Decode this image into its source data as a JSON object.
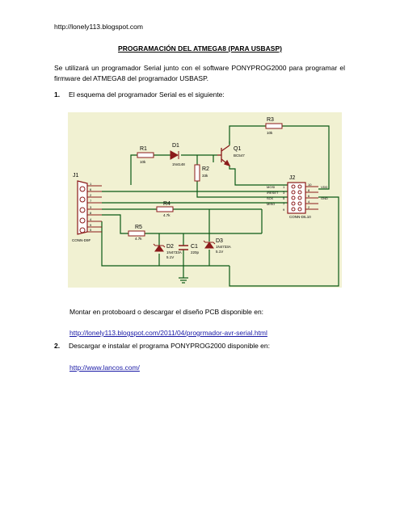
{
  "header_url": "http://lonely113.blogspot.com",
  "title": "PROGRAMACIÓN DEL ATMEGA8 (PARA USBASP)",
  "intro": "Se utilizará un programador Serial junto con el software PONYPROG2000 para programar el firmware del ATMEGA8 del programador USBASP.",
  "steps": [
    {
      "number": "1.",
      "text": "El esquema del programador Serial es el siguiente:"
    },
    {
      "number": "2.",
      "text": "Descargar e instalar el programa PONYPROG2000 disponible en:"
    }
  ],
  "montar_text": "Montar en protoboard o descargar el diseño PCB disponible en:",
  "pcb_link": "http://lonely113.blogspot.com/2011/04/progrmador-avr-serial.html",
  "lancos_link": "http://www.lancos.com/",
  "schematic": {
    "j1": {
      "ref": "J1",
      "value": "CONN-D9F",
      "pins": [
        "1",
        "6",
        "2",
        "7",
        "3",
        "8",
        "4",
        "9",
        "5"
      ]
    },
    "j2": {
      "ref": "J2",
      "value": "CONN-DIL10",
      "left_pins": [
        "1",
        "3",
        "5",
        "7",
        "9"
      ],
      "right_pins": [
        "10",
        "8",
        "6",
        "4",
        "2"
      ],
      "signals": [
        "MOSI",
        "/RESET",
        "SCK",
        "MISO"
      ],
      "vdd": "VDD",
      "gnd": "GND"
    },
    "r1": {
      "ref": "R1",
      "value": "10k"
    },
    "r2": {
      "ref": "R2",
      "value": "33k"
    },
    "r3": {
      "ref": "R3",
      "value": "10k"
    },
    "r4": {
      "ref": "R4",
      "value": "4.7k"
    },
    "r5": {
      "ref": "R5",
      "value": "4.7k"
    },
    "d1": {
      "ref": "D1",
      "value": "1N4148"
    },
    "d2": {
      "ref": "D2",
      "value1": "1N4733A",
      "value2": "5.1V"
    },
    "d3": {
      "ref": "D3",
      "value1": "1N4733A",
      "value2": "5.1V"
    },
    "c1": {
      "ref": "C1",
      "value": "220p"
    },
    "q1": {
      "ref": "Q1",
      "value": "BC547"
    },
    "colors": {
      "background": "#f1f1d2",
      "wire": "#0a5a14",
      "body": "#8b1a1a",
      "pin": "#7a0d0d"
    }
  }
}
